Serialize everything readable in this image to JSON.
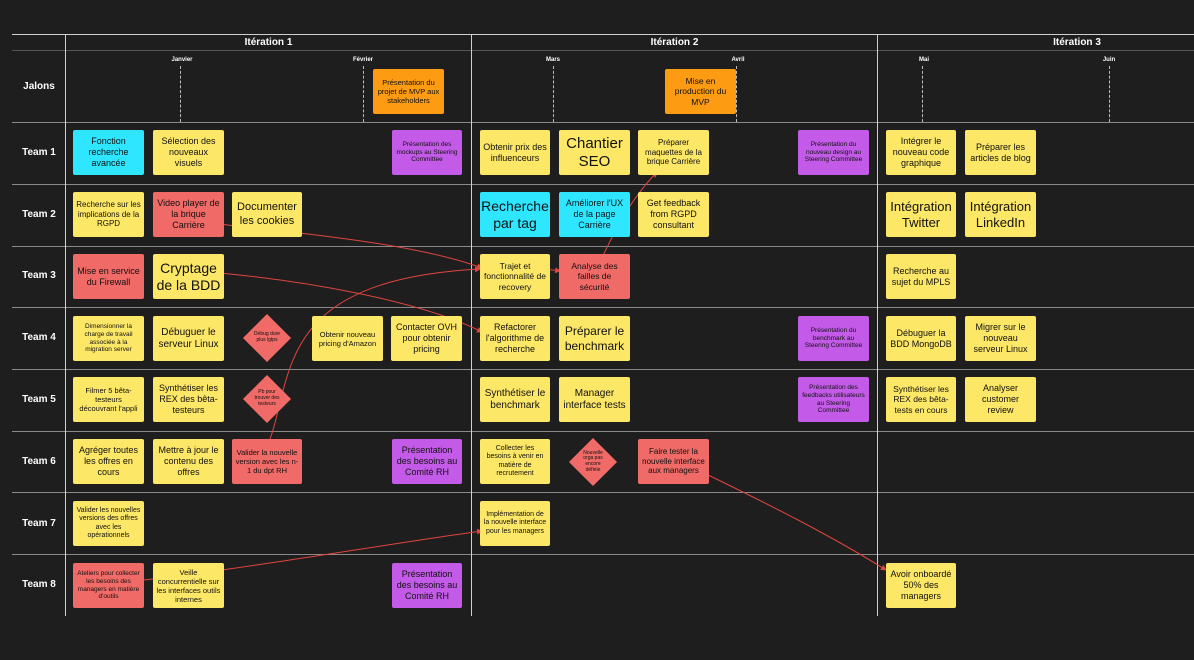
{
  "iterations": [
    "Itération 1",
    "Itération 2",
    "Itération 3"
  ],
  "months": [
    "Janvier",
    "Février",
    "Mars",
    "Avril",
    "Mai",
    "Juin"
  ],
  "rows": [
    "Jalons",
    "Team 1",
    "Team 2",
    "Team 3",
    "Team 4",
    "Team 5",
    "Team 6",
    "Team 7",
    "Team 8"
  ],
  "colors": {
    "yellow": "#fde767",
    "cyan": "#2ee6ff",
    "red": "#f06a67",
    "purple": "#c35be8",
    "orange": "#fd9b12",
    "background": "#1e1e1e",
    "arrow": "#e0453f"
  },
  "jalons": {
    "j1": "Présentation du projet de MVP aux stakeholders",
    "j2": "Mise en production du MVP"
  },
  "team1": {
    "a": "Fonction recherche avancée",
    "b": "Sélection des nouveaux visuels",
    "c": "Présentation des mockups au Steering Committee",
    "d": "Obtenir prix des influenceurs",
    "e": "Chantier SEO",
    "f": "Préparer maquettes de la brique Carrière",
    "g": "Présentation du nouveau design au Steering Committee",
    "h": "Intégrer le nouveau code graphique",
    "i": "Préparer les articles de blog"
  },
  "team2": {
    "a": "Recherche sur les implications de la RGPD",
    "b": "Video player de la brique Carrière",
    "c": "Documenter les cookies",
    "d": "Recherche par tag",
    "e": "Améliorer l'UX de la page Carrière",
    "f": "Get feedback from RGPD consultant",
    "g": "Intégration Twitter",
    "h": "Intégration LinkedIn"
  },
  "team3": {
    "a": "Mise en service du Firewall",
    "b": "Cryptage de la BDD",
    "c": "Trajet et fonctionnalité de recovery",
    "d": "Analyse des failles de sécurité",
    "e": "Recherche au sujet du MPLS"
  },
  "team4": {
    "a": "Dimensionner la charge de travail associée à la migration server",
    "b": "Débuguer le serveur Linux",
    "c": "Débug dure plus lgtps",
    "d": "Obtenir nouveau pricing d'Amazon",
    "e": "Contacter OVH pour obtenir pricing",
    "f": "Refactorer l'algorithme de recherche",
    "g": "Préparer le benchmark",
    "h": "Présentation du benchmark au Steering Committee",
    "i": "Débuguer la BDD MongoDB",
    "j": "Migrer sur le nouveau serveur Linux"
  },
  "team5": {
    "a": "Filmer 5 bêta-testeurs découvrant l'appli",
    "b": "Synthétiser les REX des bêta-testeurs",
    "c": "Pb pour trouver des testeurs",
    "d": "Synthétiser le benchmark",
    "e": "Manager interface tests",
    "f": "Présentation des feedbacks utilisateurs au Steering Committee",
    "g": "Synthétiser les REX des bêta-tests en cours",
    "h": "Analyser customer review"
  },
  "team6": {
    "a": "Agréger toutes les offres en cours",
    "b": "Mettre à jour le contenu des offres",
    "c": "Valider la nouvelle version avec les n-1 du dpt RH",
    "d": "Présentation des besoins au Comité RH",
    "e": "Collecter les besoins à venir en matière de recrutement",
    "f": "Nouvelle orga pas encore définie",
    "g": "Faire tester la nouvelle interface aux managers"
  },
  "team7": {
    "a": "Valider les nouvelles versions des offres avec les opérationnels",
    "b": "Implémentation de la nouvelle interface pour les managers"
  },
  "team8": {
    "a": "Ateliers pour collecter les besoins des managers en matière d'outils",
    "b": "Veille concurrentielle sur les interfaces outils internes",
    "c": "Présentation des besoins au Comité RH",
    "d": "Avoir onboardé 50% des managers"
  }
}
